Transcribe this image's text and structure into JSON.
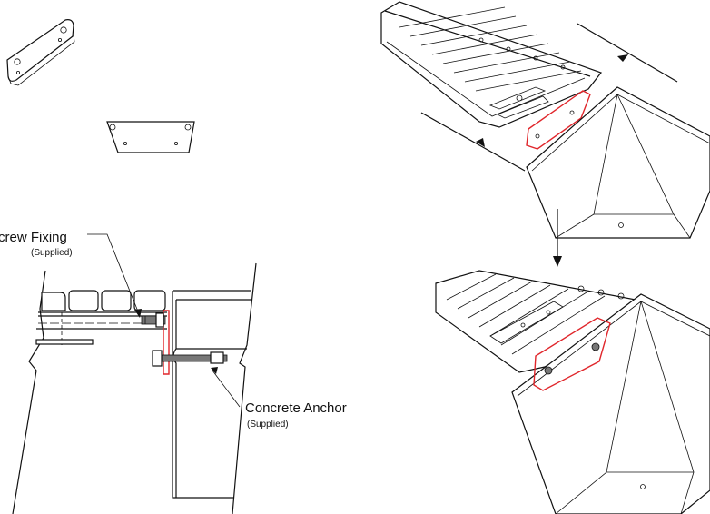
{
  "labels": {
    "screw_fixing": "crew Fixing",
    "screw_fixing_sub": "(Supplied)",
    "concrete_anchor": "Concrete Anchor",
    "concrete_anchor_sub": "(Supplied)"
  },
  "colors": {
    "line": "#111111",
    "highlight": "#e0262b",
    "fixing_fill": "#777777",
    "background": "#ffffff"
  }
}
